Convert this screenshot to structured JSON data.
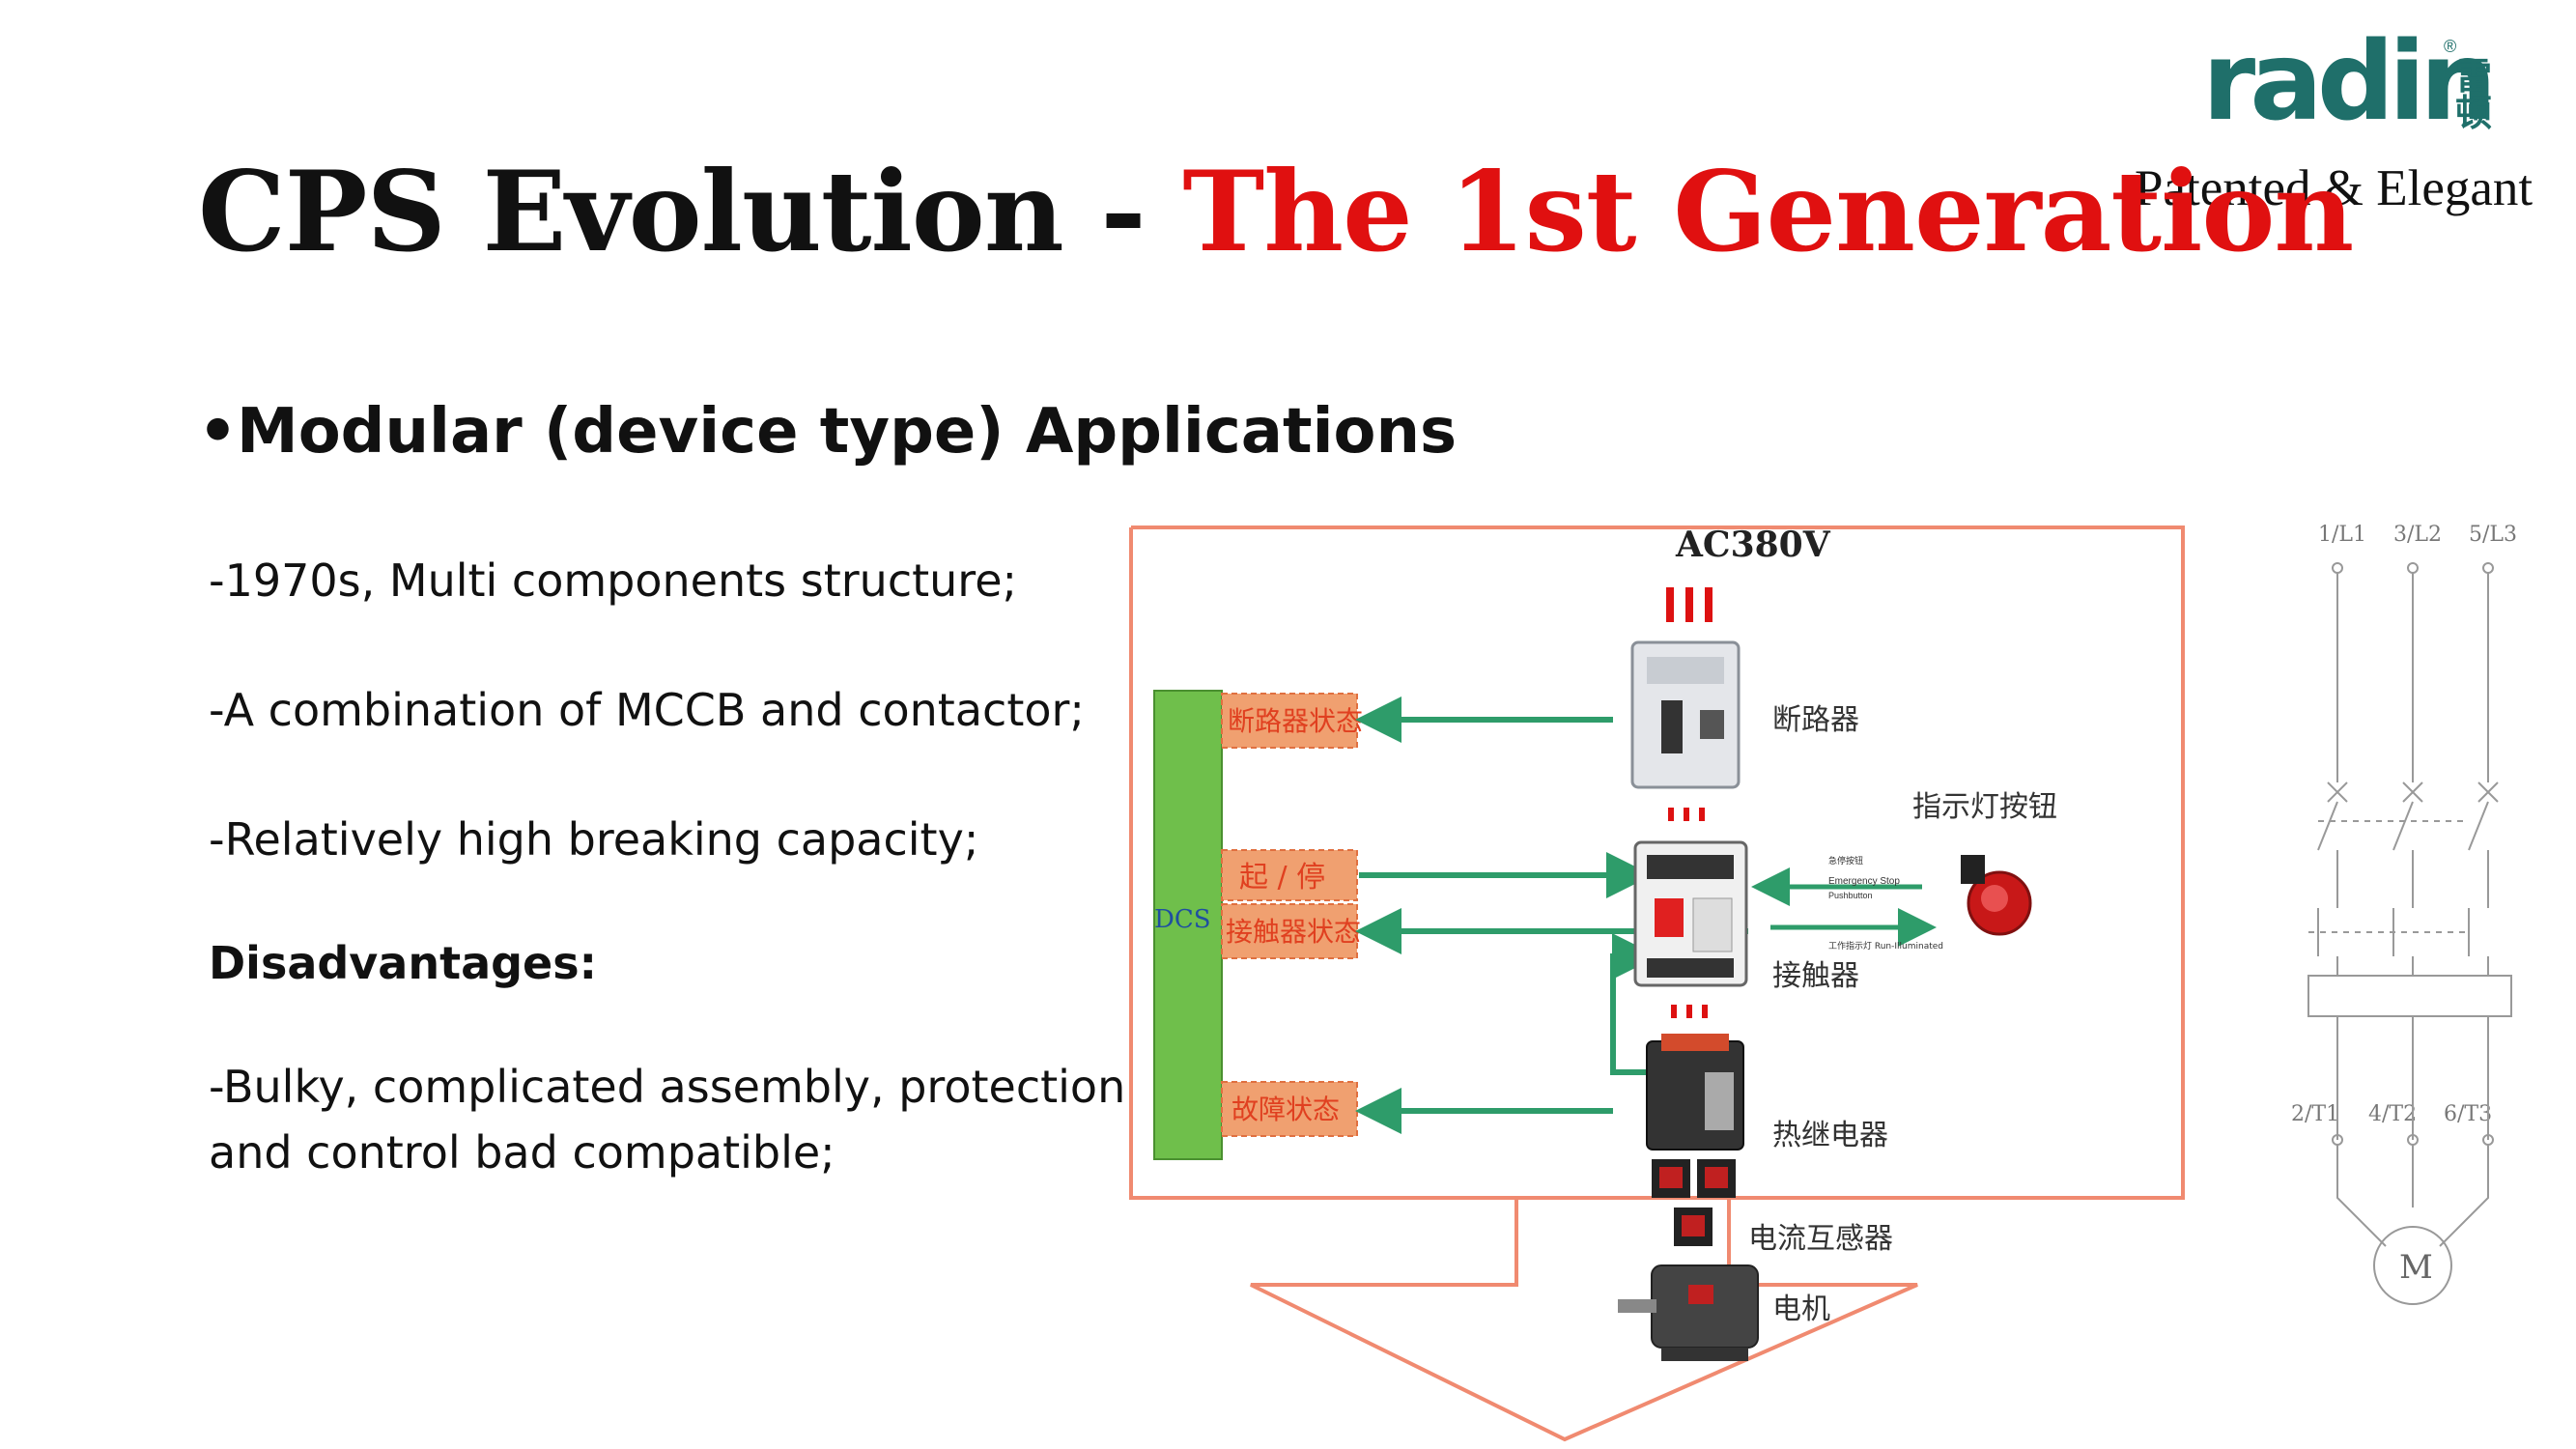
{
  "brand": {
    "logo_text": "radin",
    "logo_cn": "雷顿",
    "reg_mark": "®",
    "slogan": "Patented & Elegant"
  },
  "title": {
    "part1": "CPS Evolution - ",
    "part2": "The 1st Generation"
  },
  "bullet": {
    "dot": "•",
    "text": "Modular (device type) Applications"
  },
  "body": {
    "line1": "-1970s, Multi components structure;",
    "line2": "-A combination of  MCCB and contactor;",
    "line3": "-Relatively high breaking capacity;",
    "disadvantages": "Disadvantages:",
    "line5": "-Bulky, complicated assembly, protection",
    "line6": "and control bad compatible;"
  },
  "diagram": {
    "supply": "AC380V",
    "dcs": "DCS",
    "signals": {
      "breaker_status": "断路器状态",
      "start_stop": "起 / 停",
      "contactor_status": "接触器状态",
      "fault_status": "故障状态"
    },
    "devices": {
      "breaker": "断路器",
      "indicator_button": "指示灯按钮",
      "contactor": "接触器",
      "thermal_relay": "热继电器",
      "current_transformer": "电流互感器",
      "motor": "电机"
    },
    "button_notes": {
      "emergency_cn": "急停按钮",
      "emergency_en1": "Emergency Stop",
      "emergency_en2": "Pushbutton",
      "run_indicator": "工作指示灯 Run-Illuminated"
    },
    "colors": {
      "frame": "#f08a70",
      "dcs_bar": "#6fbf4b",
      "signal_box": "#f0a070",
      "signal_text": "#e04020",
      "arrow": "#2e9c6a",
      "dashes": "#dd1111"
    }
  },
  "schematic": {
    "terminals_top": [
      "1/L1",
      "3/L2",
      "5/L3"
    ],
    "terminals_bottom": [
      "2/T1",
      "4/T2",
      "6/T3"
    ],
    "motor_label": "M"
  }
}
